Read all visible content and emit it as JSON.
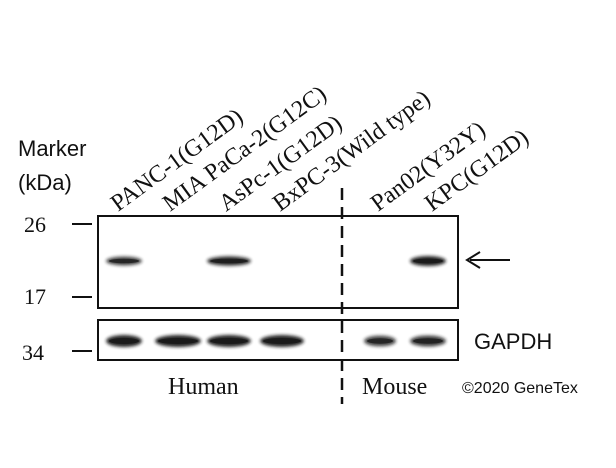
{
  "marker": {
    "title_line1": "Marker",
    "title_line2": "(kDa)",
    "values": [
      "26",
      "17",
      "34"
    ]
  },
  "lanes": [
    "PANC-1(G12D)",
    "MIA PaCa-2(G12C)",
    "AsPc-1(G12D)",
    "BxPC-3(Wild type)",
    "Pan02(Y32Y)",
    "KPC(G12D)"
  ],
  "groups": [
    "Human",
    "Mouse"
  ],
  "loading_control": "GAPDH",
  "copyright": "©2020 GeneTex",
  "colors": {
    "ink": "#111111",
    "band": "#1a1a1a"
  },
  "target_band_intensity": [
    0.75,
    0.0,
    0.9,
    0.0,
    0.0,
    1.0
  ],
  "gapdh_band_intensity": [
    1.0,
    1.0,
    1.0,
    1.0,
    0.75,
    0.8
  ],
  "arrow_icon": "left-arrow-icon"
}
